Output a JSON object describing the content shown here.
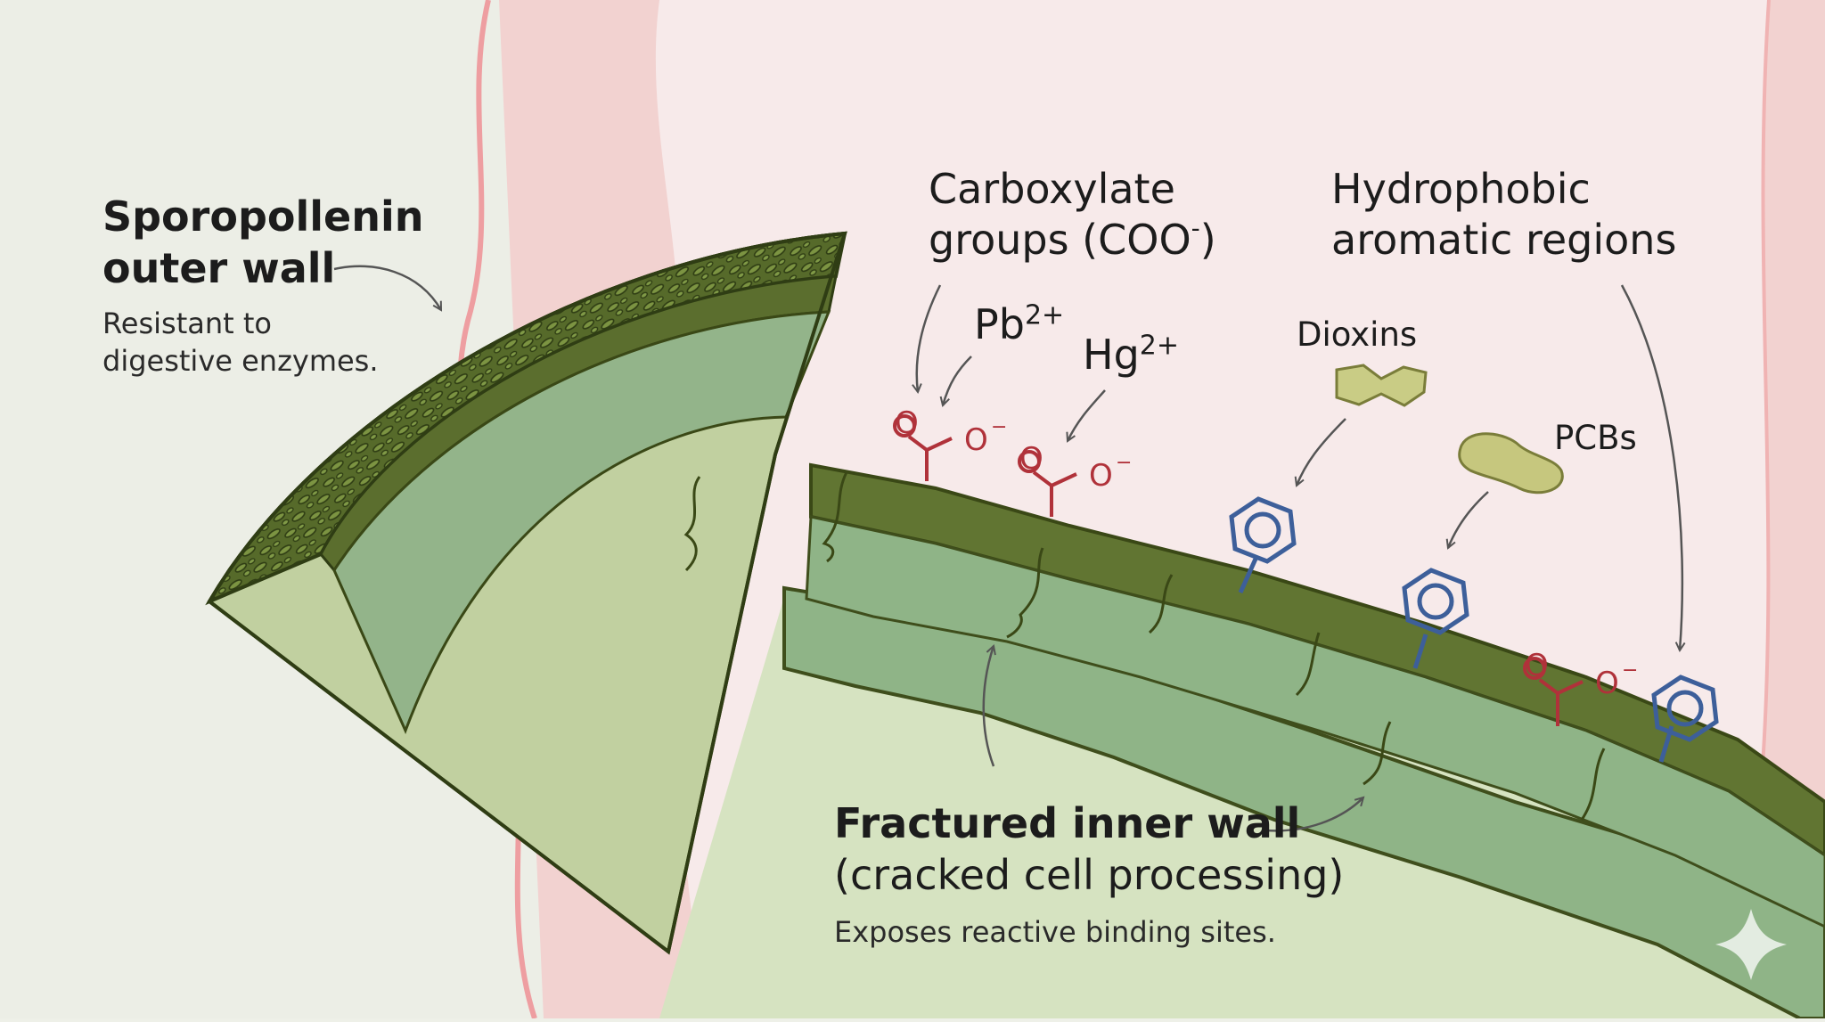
{
  "labels": {
    "sporopollenin": {
      "title_line1": "Sporopollenin",
      "title_line2": "outer wall",
      "desc_line1": "Resistant to",
      "desc_line2": "digestive enzymes."
    },
    "carboxylate": {
      "line1": "Carboxylate",
      "line2_prefix": "groups (COO",
      "line2_sup": "-",
      "line2_suffix": ")"
    },
    "hydrophobic": {
      "line1": "Hydrophobic",
      "line2": "aromatic regions"
    },
    "fractured": {
      "title": "Fractured inner wall",
      "subtitle": "(cracked cell processing)",
      "desc": "Exposes reactive binding sites."
    }
  },
  "ions": {
    "lead": {
      "symbol": "Pb",
      "charge": "2+"
    },
    "mercury": {
      "symbol": "Hg",
      "charge": "2+"
    }
  },
  "pollutants": {
    "dioxins": "Dioxins",
    "pcbs": "PCBs"
  },
  "carboxyl_atoms": {
    "oxygen": "O",
    "oxide": "O",
    "charge": "−"
  },
  "colors": {
    "outer_wall": "#5b6e2e",
    "inner_wall": "#93b48a",
    "interior": "#c1d0a0",
    "gut_wall": "#f2c2c2",
    "lumen": "#f7e9e7",
    "carboxyl": "#b0323a",
    "aromatic": "#3d5f9a"
  }
}
